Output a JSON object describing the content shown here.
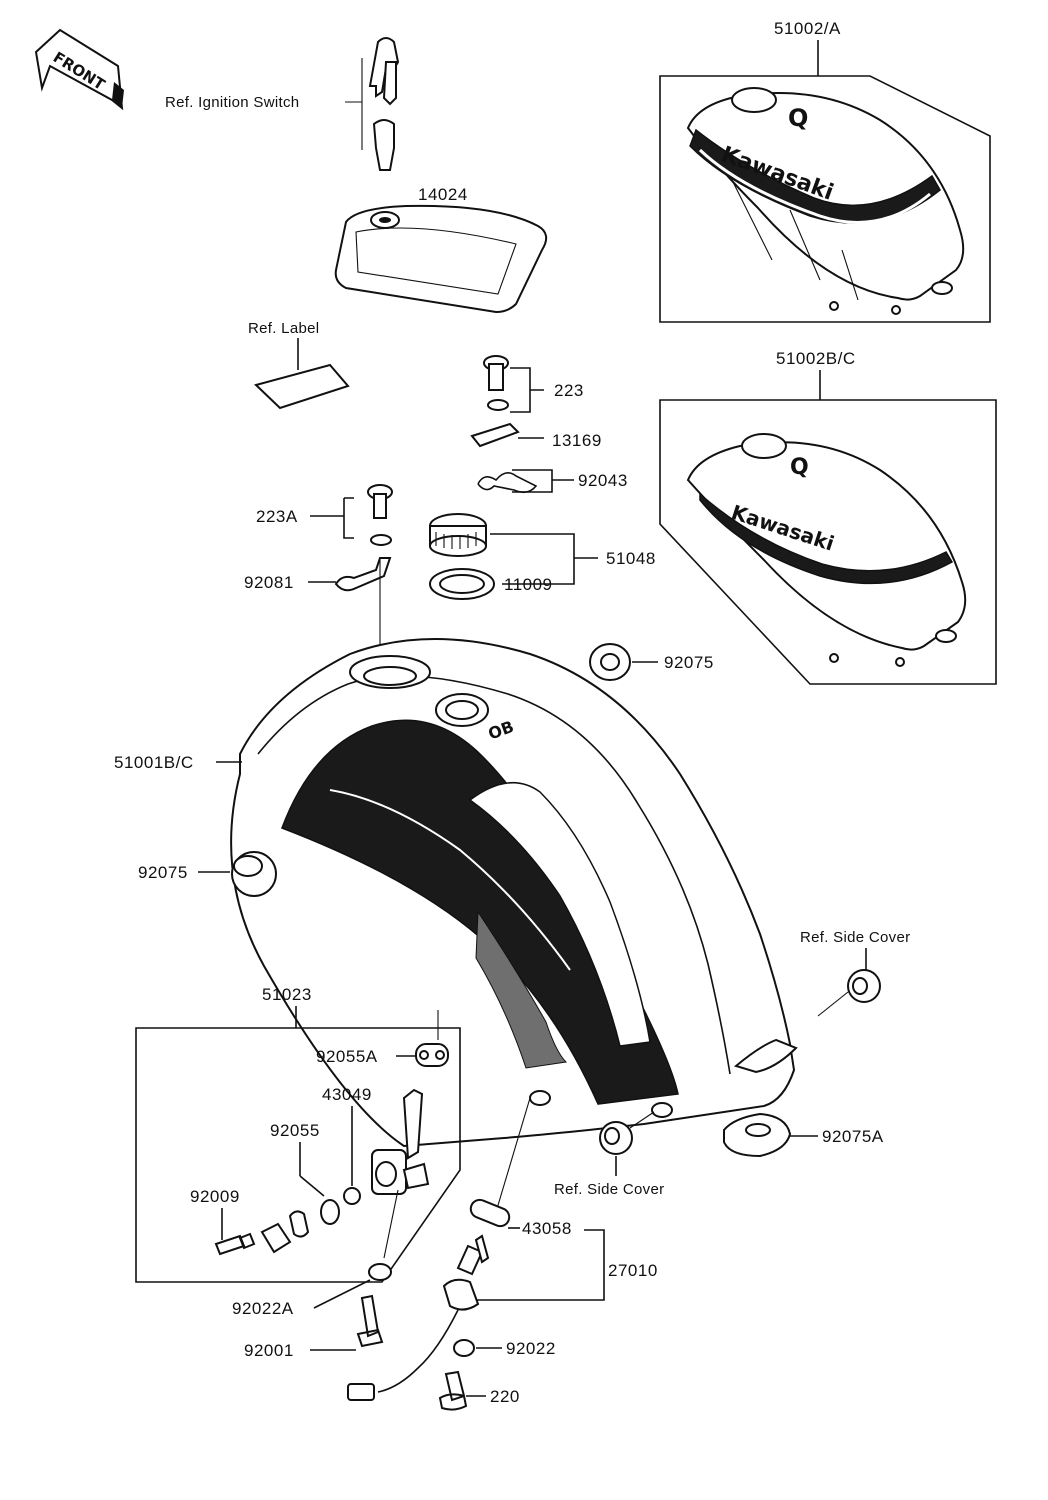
{
  "front_badge": "FRONT",
  "labels": {
    "ref_ignition_switch": "Ref. Ignition Switch",
    "p14024": "14024",
    "ref_label": "Ref. Label",
    "p223": "223",
    "p13169": "13169",
    "p92043": "92043",
    "p223a": "223A",
    "p92081": "92081",
    "p11009": "11009",
    "p51048": "51048",
    "p51002a": "51002/A",
    "p51002bc": "51002B/C",
    "p92075_right": "92075",
    "p51001bc": "51001B/C",
    "p92075_left": "92075",
    "ref_side_cover_right": "Ref. Side Cover",
    "p51023": "51023",
    "p92055a": "92055A",
    "p43049": "43049",
    "p92055": "92055",
    "p92009": "92009",
    "p92075a": "92075A",
    "ref_side_cover_bottom": "Ref. Side Cover",
    "p43058": "43058",
    "p27010": "27010",
    "p92022a": "92022A",
    "p92001": "92001",
    "p92022": "92022",
    "p220": "220"
  },
  "tank_brand": "Kawasaki"
}
